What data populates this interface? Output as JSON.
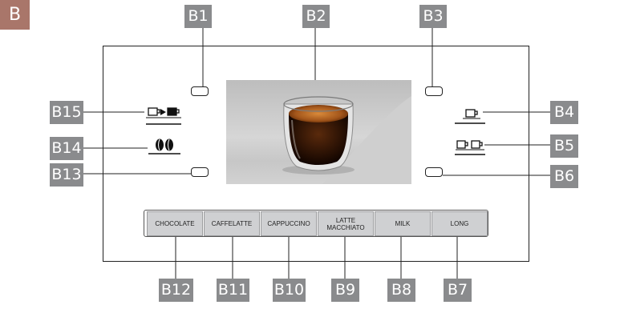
{
  "section": "B",
  "callouts": {
    "b1": "B1",
    "b2": "B2",
    "b3": "B3",
    "b4": "B4",
    "b5": "B5",
    "b6": "B6",
    "b7": "B7",
    "b8": "B8",
    "b9": "B9",
    "b10": "B10",
    "b11": "B11",
    "b12": "B12",
    "b13": "B13",
    "b14": "B14",
    "b15": "B15"
  },
  "buttons": {
    "chocolate": "CHOCOLATE",
    "caffelatte": "CAFFELATTE",
    "cappuccino": "CAPPUCCINO",
    "latte_line1": "LATTE",
    "latte_line2": "MACCHIATO",
    "milk": "MILK",
    "long": "LONG"
  },
  "icons": {
    "b4": "single-cup-icon",
    "b5": "double-cup-icon",
    "b14": "coffee-beans-icon",
    "b15": "preground-coffee-icon",
    "b2": "espresso-glass-image"
  },
  "colors": {
    "callout_bg": "#8a8b8d",
    "section_bg": "#a9766a"
  }
}
